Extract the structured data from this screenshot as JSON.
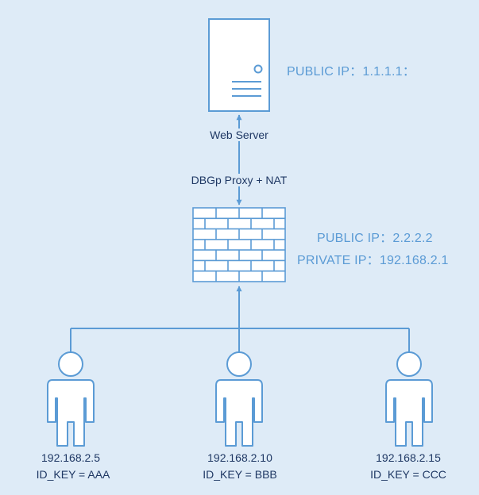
{
  "server": {
    "label": "Web Server",
    "public_ip": "PUBLIC IP：1.1.1.1："
  },
  "proxy": {
    "label": "DBGp Proxy + NAT",
    "public_ip": "PUBLIC IP：2.2.2.2",
    "private_ip": "PRIVATE IP：192.168.2.1"
  },
  "clients": [
    {
      "ip": "192.168.2.5",
      "id_key": "ID_KEY = AAA"
    },
    {
      "ip": "192.168.2.10",
      "id_key": "ID_KEY = BBB"
    },
    {
      "ip": "192.168.2.15",
      "id_key": "ID_KEY = CCC"
    }
  ],
  "colors": {
    "background": "#deebf7",
    "stroke": "#5b9bd5",
    "fill": "#ffffff",
    "label_text": "#1f3864",
    "ip_text": "#5b9bd5"
  }
}
